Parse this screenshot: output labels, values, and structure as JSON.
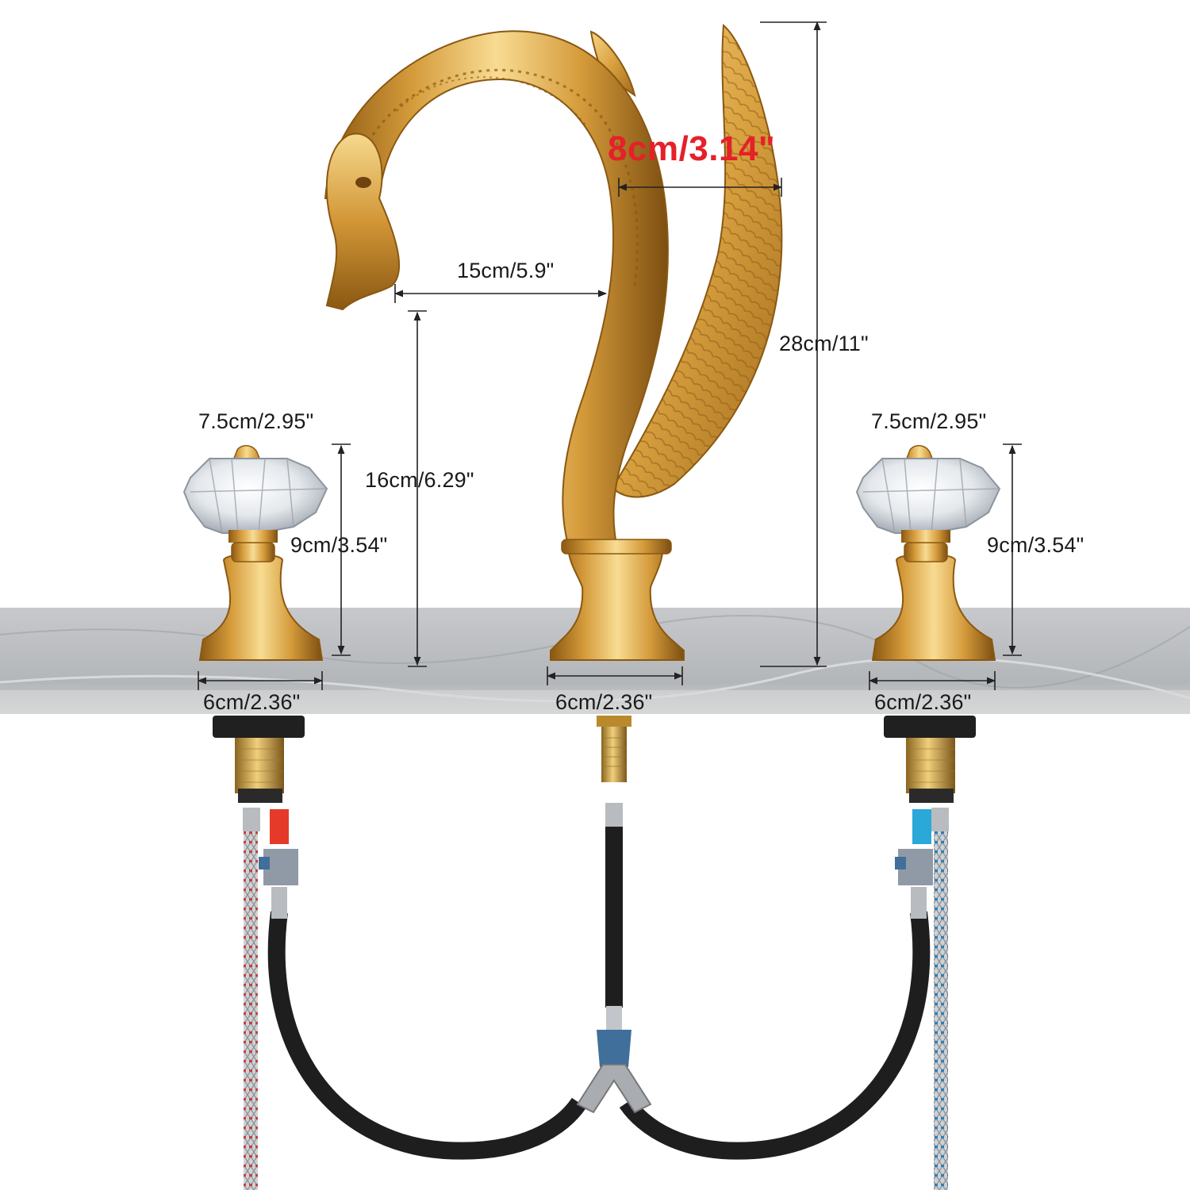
{
  "dimensions": {
    "wing_width": "8cm/3.14\"",
    "spout_reach": "15cm/5.9\"",
    "total_height": "28cm/11\"",
    "spout_height": "16cm/6.29\"",
    "left_handle_width": "7.5cm/2.95\"",
    "right_handle_width": "7.5cm/2.95\"",
    "left_handle_height": "9cm/3.54\"",
    "right_handle_height": "9cm/3.54\"",
    "left_base_diameter": "6cm/2.36\"",
    "center_base_diameter": "6cm/2.36\"",
    "right_base_diameter": "6cm/2.36\""
  },
  "colors": {
    "gold": "#d9a13f",
    "gold_dark": "#9a6518",
    "gold_light": "#f6d98e",
    "highlight_label": "#e5202a",
    "countertop": "#b9bcbf",
    "hose_black": "#1e1e1e",
    "hot_marker": "#e53a2a",
    "cold_marker": "#2aa8d8",
    "connector_blue": "#3f6f9a"
  },
  "icons": [
    "swan-spout",
    "crystal-handle",
    "braided-hose",
    "y-connector"
  ]
}
